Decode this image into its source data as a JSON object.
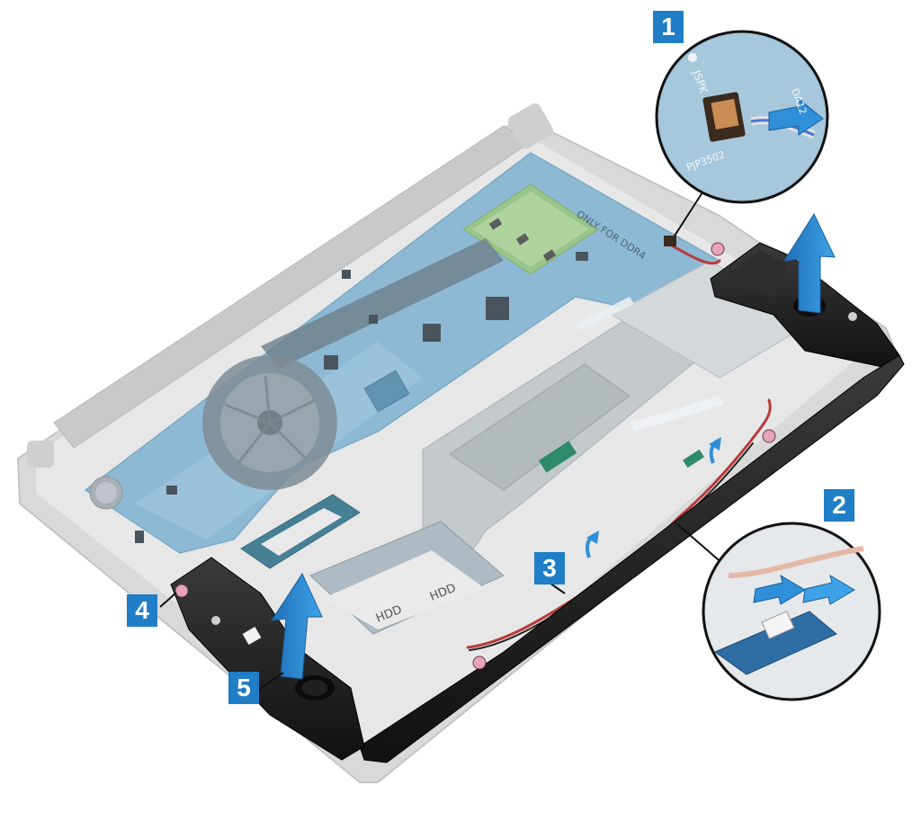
{
  "figure": {
    "callouts": [
      {
        "id": "1",
        "label": "1"
      },
      {
        "id": "2",
        "label": "2"
      },
      {
        "id": "3",
        "label": "3"
      },
      {
        "id": "4",
        "label": "4"
      },
      {
        "id": "5",
        "label": "5"
      }
    ],
    "board_labels": {
      "speaker_connector_label": "JSPK",
      "connector_ref": "PJP3502",
      "side_label": "DA12",
      "memory_slot_label": "ONLY FOR DDR4",
      "hdd_label": "HDD",
      "hdd_label_2": "HDD"
    },
    "colors": {
      "callout_blue": "#1f7ec6",
      "arrow_blue": "#2f8fd8",
      "speaker_black": "#1c1c1c",
      "board_blue": "#5d9bc0",
      "cable_red": "#b83a3a"
    }
  }
}
